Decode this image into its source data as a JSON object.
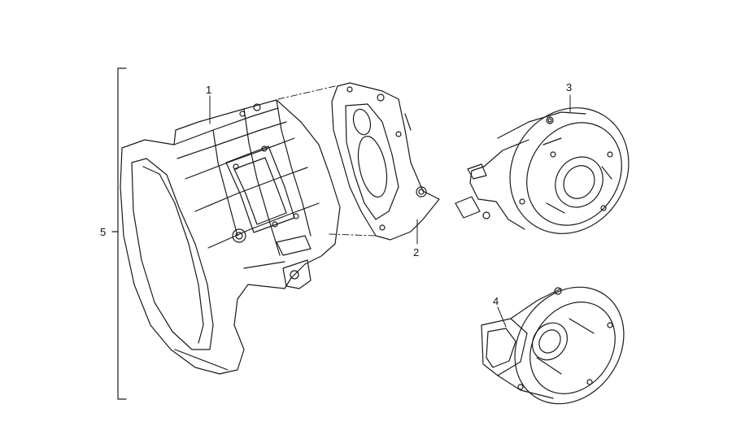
{
  "diagram": {
    "callouts": [
      {
        "id": "1",
        "label": "1"
      },
      {
        "id": "2",
        "label": "2"
      },
      {
        "id": "3",
        "label": "3"
      },
      {
        "id": "4",
        "label": "4"
      },
      {
        "id": "5",
        "label": "5"
      }
    ],
    "ink_color": "#1a1a1a"
  }
}
